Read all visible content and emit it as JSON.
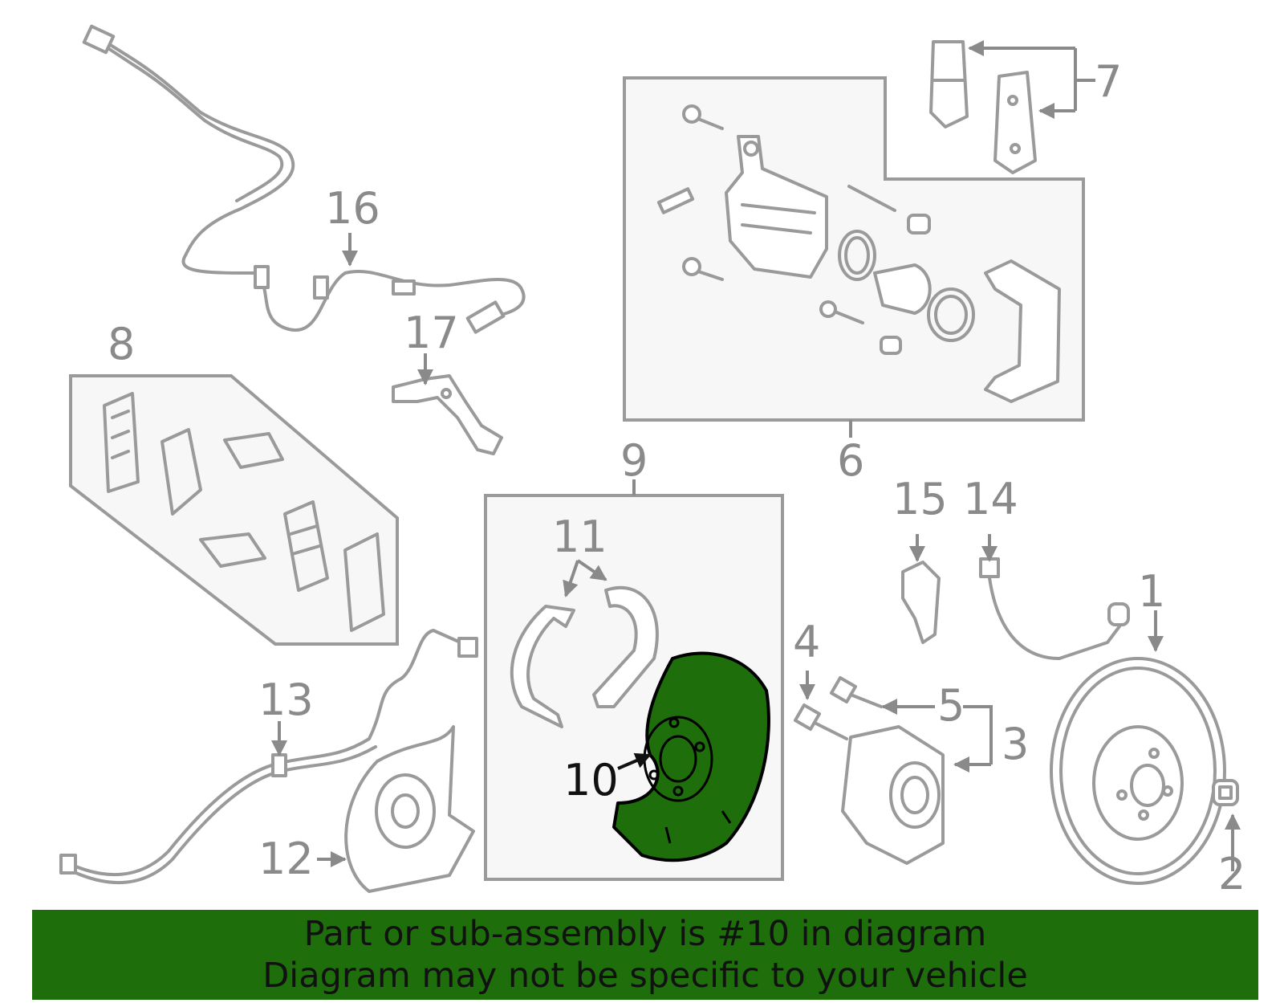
{
  "diagram": {
    "highlight_color": "#1f6e0c",
    "banner_color": "#1f6e0c",
    "highlighted_part": "10",
    "callouts": {
      "c1": "1",
      "c2": "2",
      "c3": "3",
      "c4": "4",
      "c5": "5",
      "c6": "6",
      "c7": "7",
      "c8": "8",
      "c9": "9",
      "c10": "10",
      "c11": "11",
      "c12": "12",
      "c13": "13",
      "c14": "14",
      "c15": "15",
      "c16": "16",
      "c17": "17"
    }
  },
  "banner": {
    "line1": "Part or sub-assembly is #10 in diagram",
    "line2": "Diagram may not be specific to your vehicle"
  }
}
